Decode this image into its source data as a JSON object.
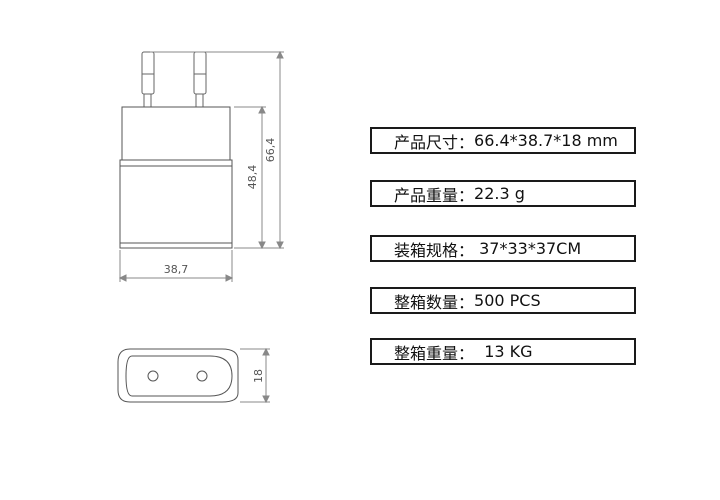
{
  "dimensions": {
    "width": "38,7",
    "height_total": "66,4",
    "height_body": "48,4",
    "depth": "18"
  },
  "specs": [
    {
      "label": "产品尺寸：",
      "value": "66.4*38.7*18 mm"
    },
    {
      "label": "产品重量：",
      "value": "22.3 g"
    },
    {
      "label": "装箱规格：",
      "value": " 37*33*37CM"
    },
    {
      "label": "整箱数量：",
      "value": "500 PCS"
    },
    {
      "label": "整箱重量：",
      "value": "  13 KG"
    }
  ]
}
